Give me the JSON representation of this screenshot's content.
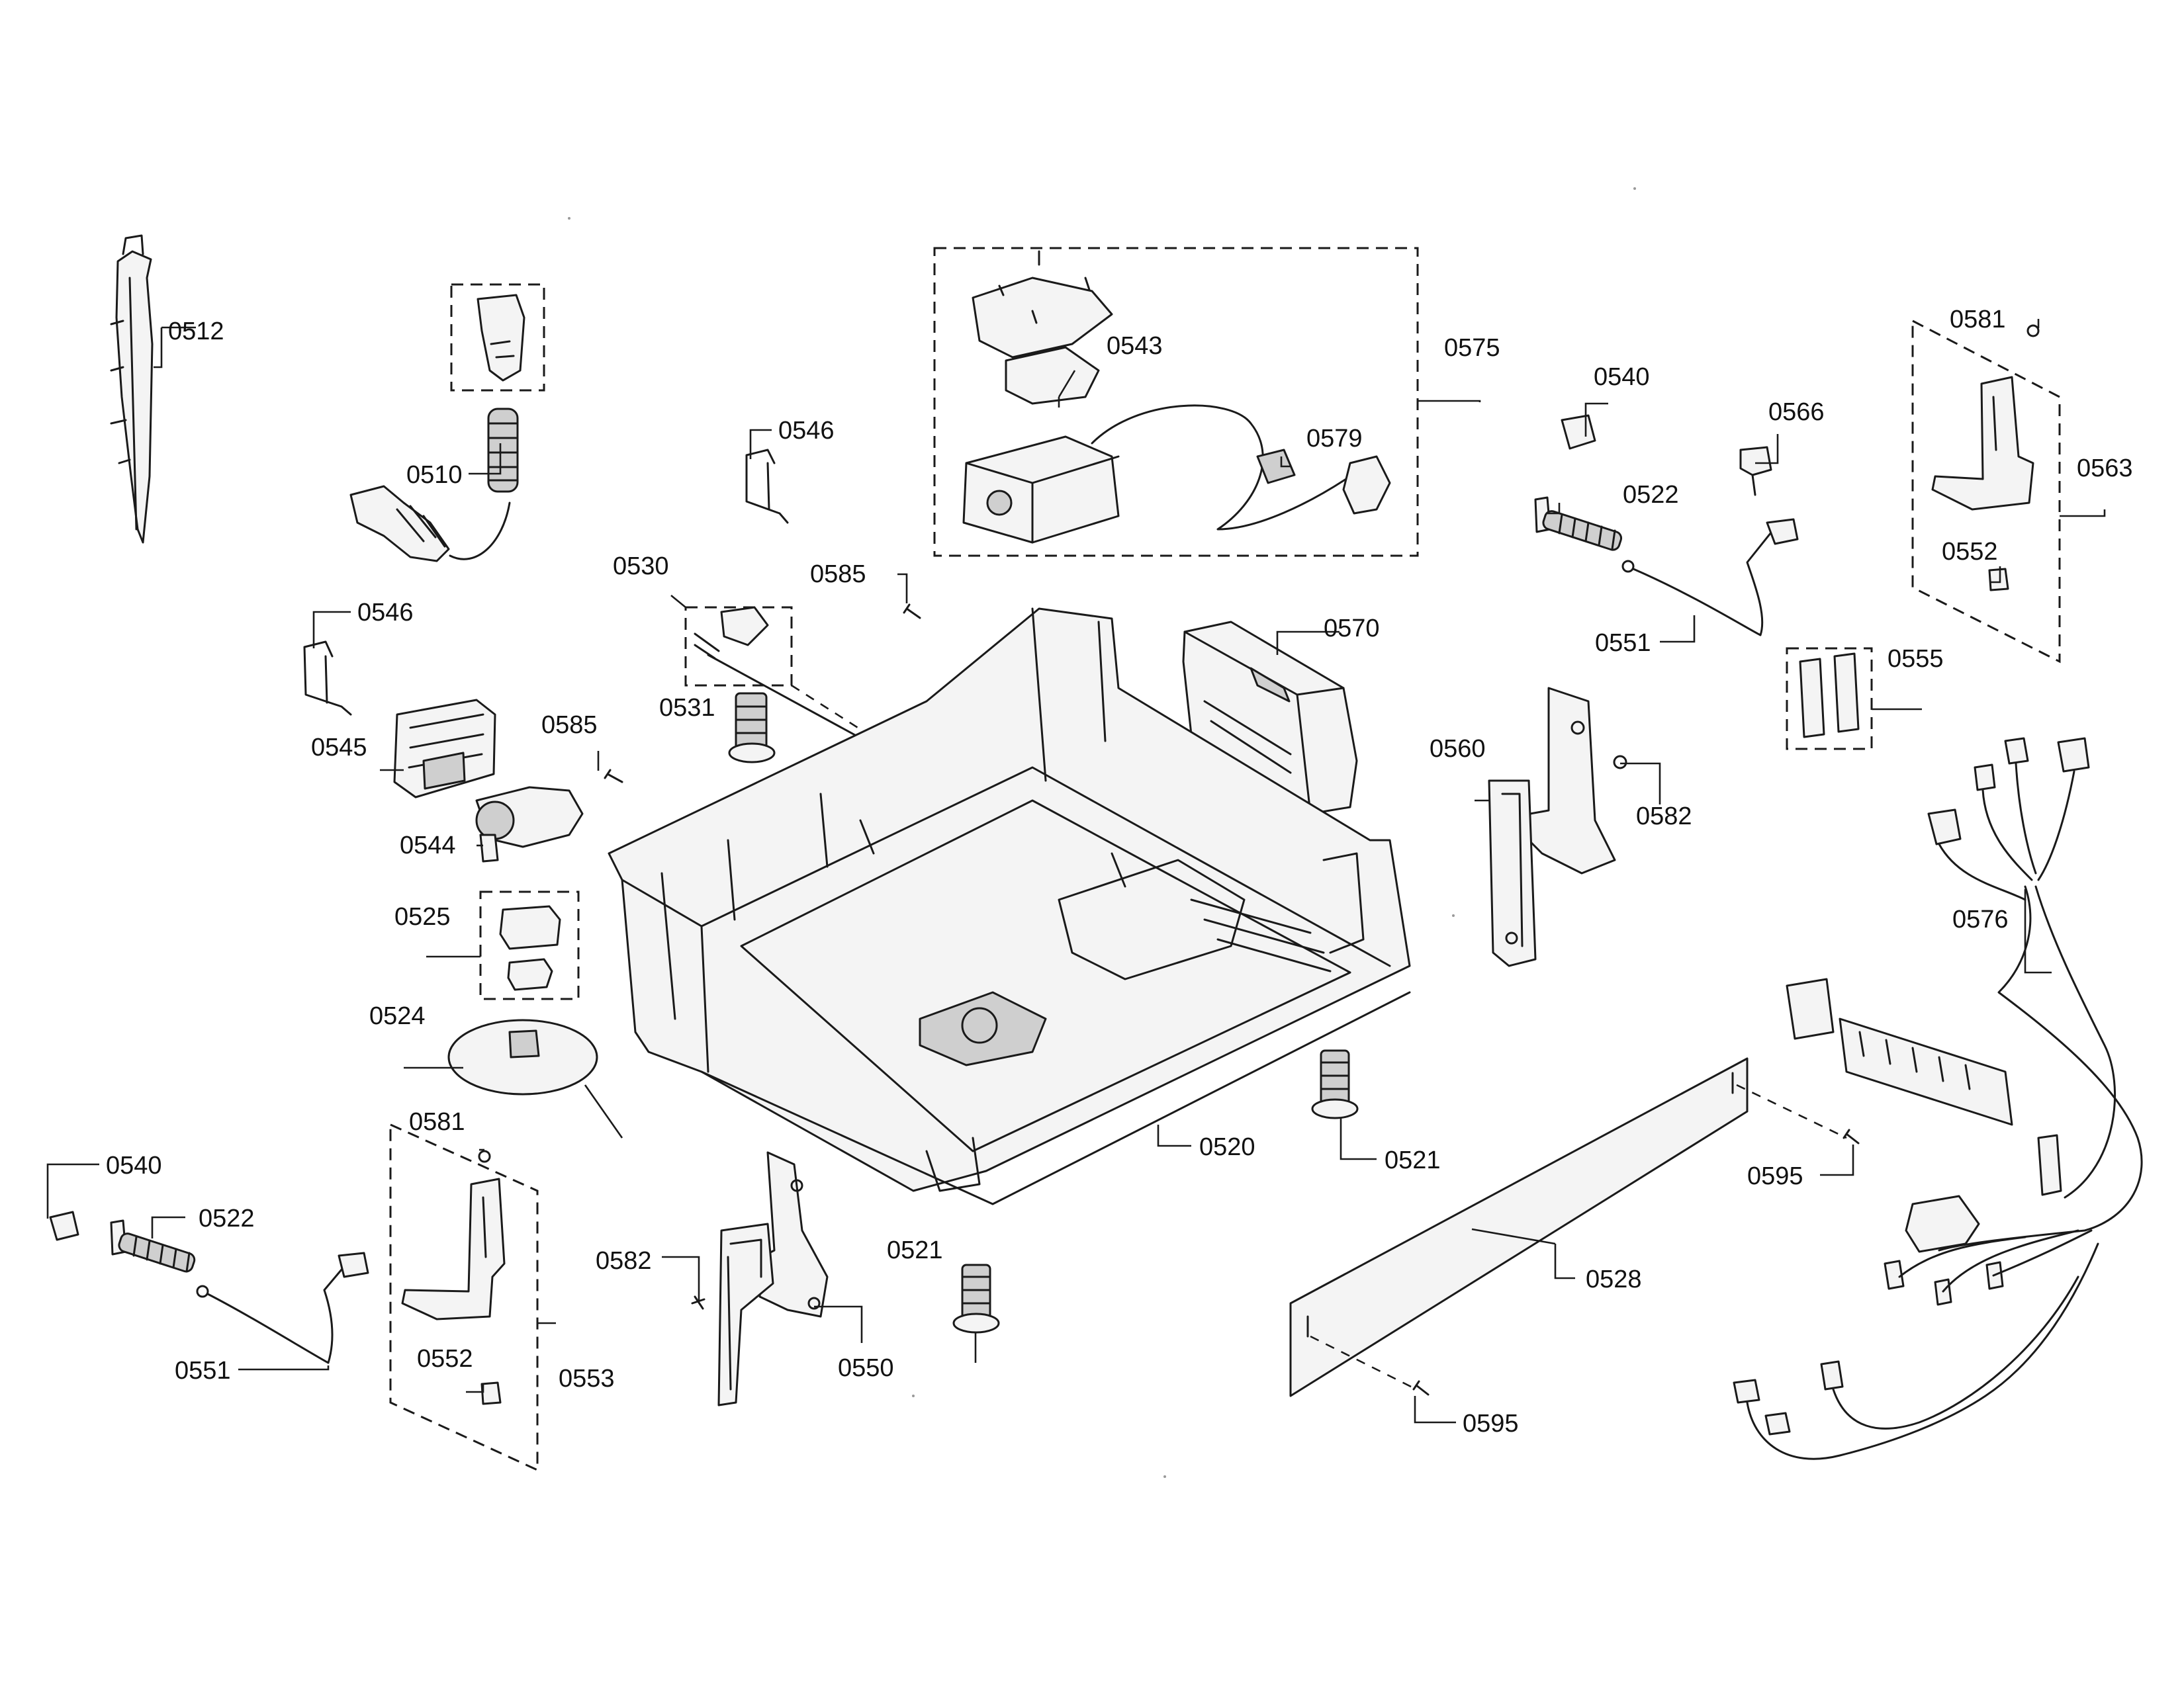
{
  "callouts": {
    "c0512": "0512",
    "c0510": "0510",
    "c0546a": "0546",
    "c0546b": "0546",
    "c0545": "0545",
    "c0585a": "0585",
    "c0585b": "0585",
    "c0544": "0544",
    "c0525": "0525",
    "c0524": "0524",
    "c0581a": "0581",
    "c0581b": "0581",
    "c0540a": "0540",
    "c0540b": "0540",
    "c0522a": "0522",
    "c0522b": "0522",
    "c0551a": "0551",
    "c0551b": "0551",
    "c0552a": "0552",
    "c0552b": "0552",
    "c0553": "0553",
    "c0530": "0530",
    "c0531": "0531",
    "c0543": "0543",
    "c0575": "0575",
    "c0579": "0579",
    "c0566": "0566",
    "c0563": "0563",
    "c0555": "0555",
    "c0570": "0570",
    "c0560": "0560",
    "c0582a": "0582",
    "c0582b": "0582",
    "c0576": "0576",
    "c0520": "0520",
    "c0521a": "0521",
    "c0521b": "0521",
    "c0595a": "0595",
    "c0595b": "0595",
    "c0528": "0528",
    "c0550": "0550"
  }
}
